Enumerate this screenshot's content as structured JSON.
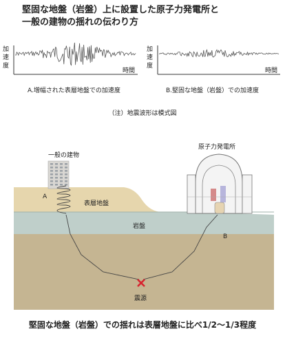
{
  "title": {
    "line1": "堅固な地盤（岩盤）上に設置した原子力発電所と",
    "line2": "一般の建物の揺れの伝わり方"
  },
  "wave_a": {
    "ylabel": "加速度",
    "xlabel": "時間",
    "caption": "A.増幅された表層地盤での加速度"
  },
  "wave_b": {
    "ylabel": "加速度",
    "xlabel": "時間",
    "caption": "B.堅固な地盤（岩盤）での加速度"
  },
  "note": "（注）地震波形は模式図",
  "diagram": {
    "building_label": "一般の建物",
    "plant_label": "原子力発電所",
    "point_a": "A",
    "point_b": "B",
    "surface_layer": "表層地盤",
    "bedrock": "岩盤",
    "epicenter": "震源",
    "colors": {
      "surface_soil": "#e6d6ad",
      "bedrock": "#bfcfca",
      "deep_ground": "#c5b592",
      "epicenter_mark": "#d7242f"
    }
  },
  "footer": "堅固な地盤（岩盤）での揺れは表層地盤に比べ1/2〜1/3程度"
}
